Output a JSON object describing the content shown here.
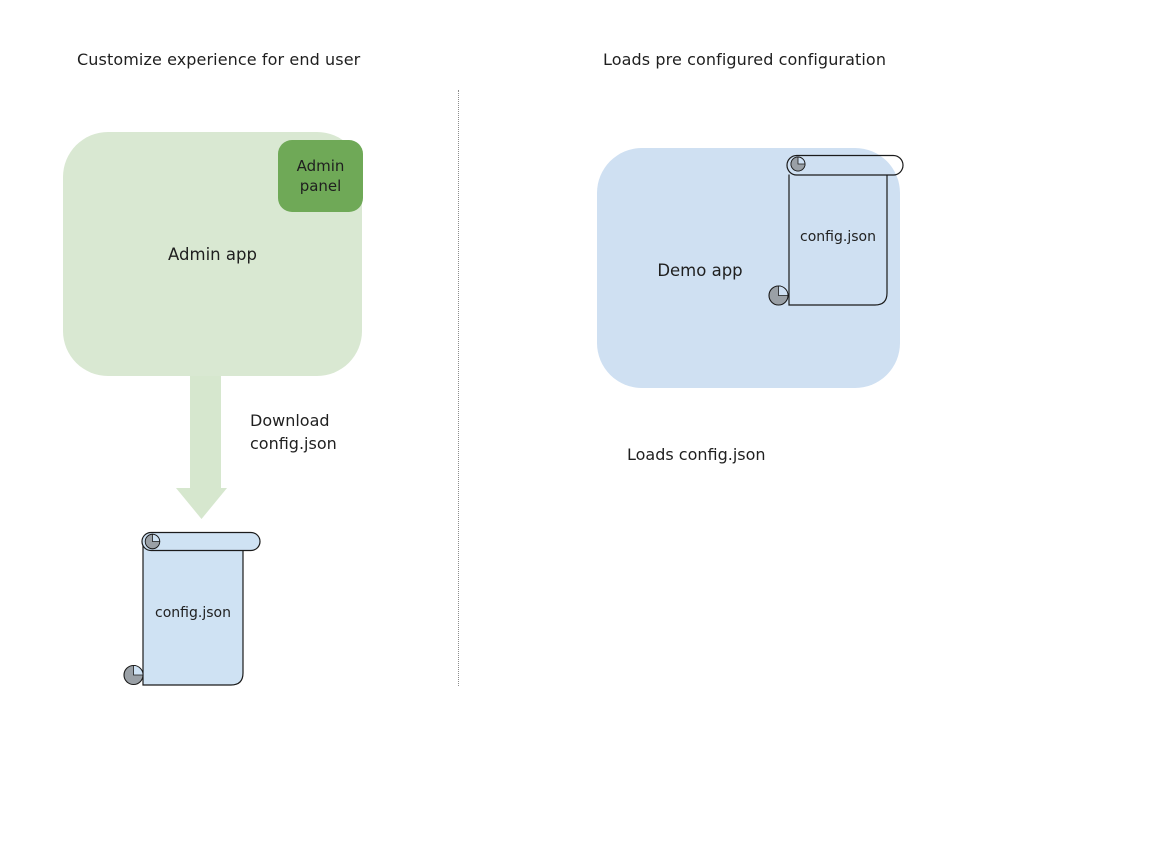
{
  "left": {
    "title": "Customize experience for end user",
    "admin_app_label": "Admin app",
    "admin_panel_label": "Admin panel",
    "download_label": "Download\nconfig.json",
    "config_file_label": "config.json"
  },
  "right": {
    "title": "Loads pre configured configuration",
    "demo_app_label": "Demo app",
    "config_file_label": "config.json",
    "caption": "Loads config.json"
  },
  "colors": {
    "admin_app_fill": "#d9e8d2",
    "admin_panel_fill": "#6fa957",
    "arrow_fill": "#d6e7ce",
    "demo_app_fill": "#cfe0f2",
    "scroll_fill": "#cfe2f3",
    "curl_fill": "#9aa0a6",
    "outline": "#1b1b1b",
    "divider": "#8c8c8c"
  }
}
